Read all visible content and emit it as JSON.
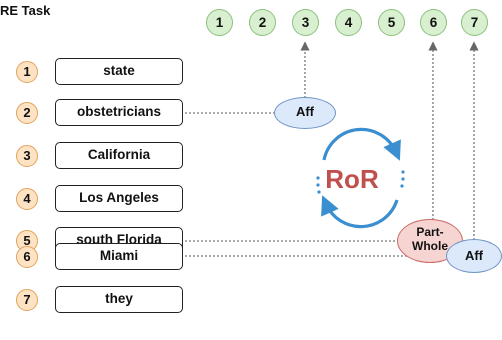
{
  "title": "RE Task",
  "entities": [
    {
      "index": "1",
      "text": "state"
    },
    {
      "index": "2",
      "text": "obstetricians"
    },
    {
      "index": "3",
      "text": "California"
    },
    {
      "index": "4",
      "text": "Los Angeles"
    },
    {
      "index": "5",
      "text": "south Florida"
    },
    {
      "index": "6",
      "text": "Miami"
    },
    {
      "index": "7",
      "text": "they"
    }
  ],
  "top_nodes": [
    "1",
    "2",
    "3",
    "4",
    "5",
    "6",
    "7"
  ],
  "relations": [
    {
      "label": "Aff",
      "from_entity": "2",
      "to_top": "3"
    },
    {
      "label": "Part-\nWhole",
      "from_entity": "5",
      "to_top": "6"
    },
    {
      "label": "Aff",
      "from_entity": "6",
      "to_top": "7"
    }
  ],
  "center_label": "RoR",
  "colors": {
    "index_fill": "#fde3c4",
    "top_fill": "#d8f0d0",
    "aff_fill": "#dce9fb",
    "partwhole_fill": "#f6d4d2",
    "ror_text": "#c0504d",
    "cycle_arrow": "#3b8fd0"
  }
}
